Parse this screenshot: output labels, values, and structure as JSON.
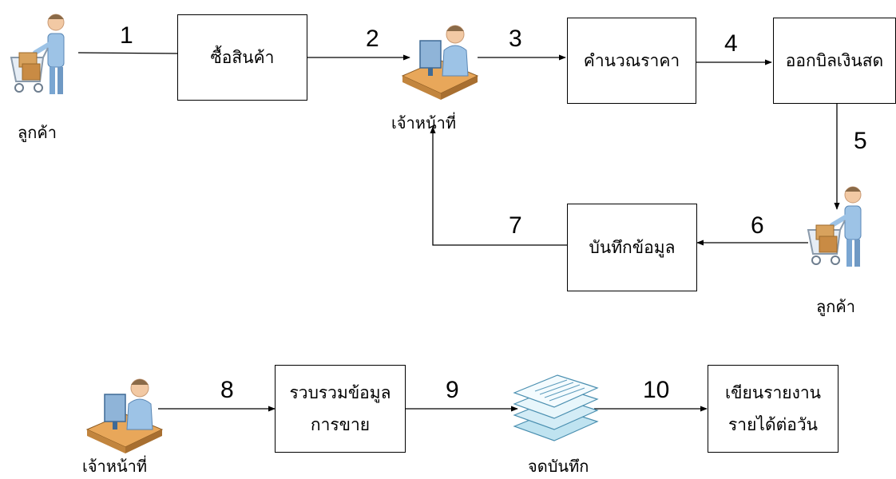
{
  "actors": {
    "customer": "ลูกค้า",
    "staff": "เจ้าหน้าที่"
  },
  "processes": {
    "buy": "ซื้อสินค้า",
    "calculate": "คำนวณราคา",
    "issue_bill": "ออกบิลเงินสด",
    "record": "บันทึกข้อมูล",
    "collect_line1": "รวบรวมข้อมูล",
    "collect_line2": "การขาย",
    "report_line1": "เขียนรายงาน",
    "report_line2": "รายได้ต่อวัน"
  },
  "document": "จดบันทึก",
  "steps": [
    "1",
    "2",
    "3",
    "4",
    "5",
    "6",
    "7",
    "8",
    "9",
    "10"
  ],
  "icons": {
    "customer": "shopping-cart-customer-icon",
    "staff": "staff-at-computer-icon",
    "document": "document-stack-icon"
  }
}
